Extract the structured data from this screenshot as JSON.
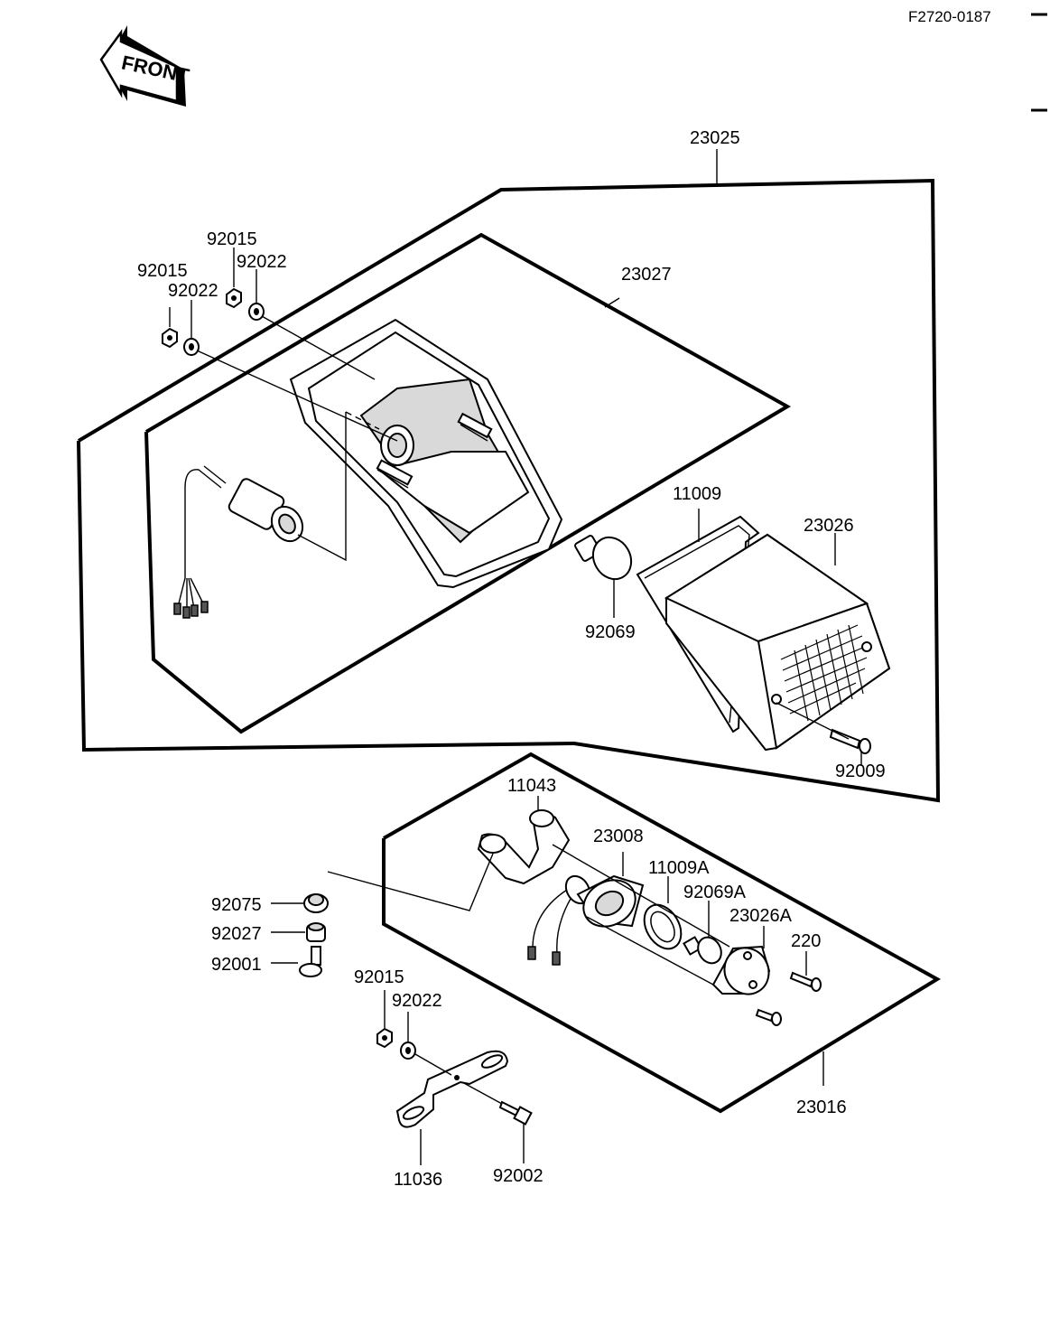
{
  "figure_code": "F2720-0187",
  "front_arrow": {
    "text": "FRONT"
  },
  "labels": {
    "p23025": "23025",
    "p23027": "23027",
    "p92015_a": "92015",
    "p92022_a": "92022",
    "p92015_b": "92015",
    "p92022_b": "92022",
    "p11009": "11009",
    "p23026": "23026",
    "p92069": "92069",
    "p92009": "92009",
    "p11043": "11043",
    "p23008": "23008",
    "p11009A": "11009A",
    "p92069A": "92069A",
    "p23026A": "23026A",
    "p220": "220",
    "p92075": "92075",
    "p92027": "92027",
    "p92001": "92001",
    "p92015_c": "92015",
    "p92022_c": "92022",
    "p23016": "23016",
    "p11036": "11036",
    "p92002": "92002"
  }
}
